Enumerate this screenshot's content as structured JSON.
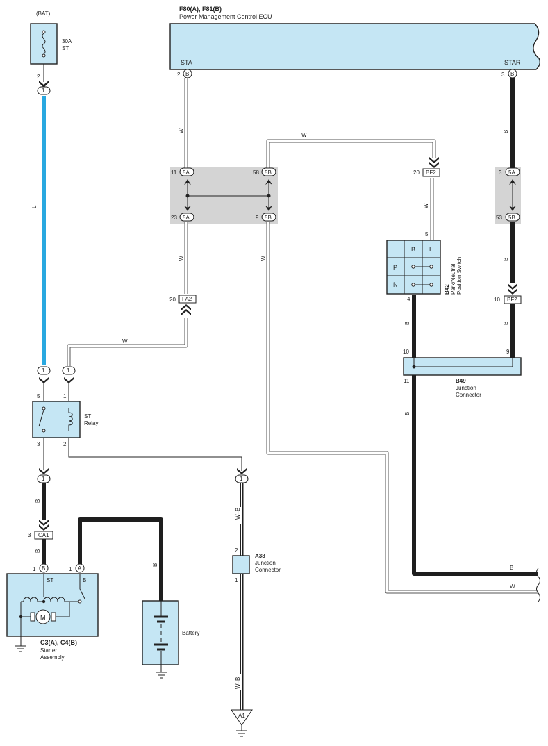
{
  "ecu": {
    "code": "F80(A), F81(B)",
    "name": "Power Management Control ECU",
    "pin_sta": "STA",
    "pin_star": "STAR",
    "pin_sta_num": "2",
    "pin_sta_conn": "B",
    "pin_star_num": "3",
    "pin_star_conn": "B"
  },
  "fuse": {
    "bat": "(BAT)",
    "rating": "30A",
    "name": "ST",
    "pin_num": "2",
    "term": "1"
  },
  "wires": {
    "L": "L",
    "W": "W",
    "B": "B",
    "WB": "W–B"
  },
  "jb5": {
    "p11": "11",
    "c11": "5A",
    "p58": "58",
    "c58": "5B",
    "p23": "23",
    "c23": "5A",
    "p9": "9",
    "c9": "5B",
    "p3": "3",
    "c3": "5A",
    "p53": "53",
    "c53": "5B"
  },
  "connectors": {
    "bf2_top_num": "20",
    "bf2_top": "BF2",
    "bf2_bot_num": "10",
    "bf2_bot": "BF2",
    "fa2_num": "20",
    "fa2": "FA2",
    "ca1_num": "3",
    "ca1": "CA1"
  },
  "pns": {
    "code": "B42",
    "name1": "Park/Neutral",
    "name2": "Position Switch",
    "pin_top": "5",
    "pin_bot": "4",
    "col_b": "B",
    "col_l": "L",
    "row_p": "P",
    "row_n": "N"
  },
  "b49": {
    "code": "B49",
    "name1": "Junction",
    "name2": "Connector",
    "pin10": "10",
    "pin9": "9",
    "pin11": "11"
  },
  "relay": {
    "name1": "ST",
    "name2": "Relay",
    "pin5": "5",
    "pin1": "1",
    "pin3": "3",
    "pin2": "2",
    "term1": "1",
    "term2": "1",
    "term3": "1",
    "term4": "1"
  },
  "starter": {
    "code": "C3(A), C4(B)",
    "name1": "Starter",
    "name2": "Assembly",
    "pin_b_num": "1",
    "pin_b_conn": "B",
    "pin_a_num": "1",
    "pin_a_conn": "A",
    "lbl_st": "ST",
    "lbl_b": "B",
    "motor": "M"
  },
  "battery": {
    "name": "Battery"
  },
  "a38": {
    "code": "A38",
    "name1": "Junction",
    "name2": "Connector",
    "pin2": "2",
    "pin1": "1"
  },
  "ground": {
    "a1": "A1"
  }
}
